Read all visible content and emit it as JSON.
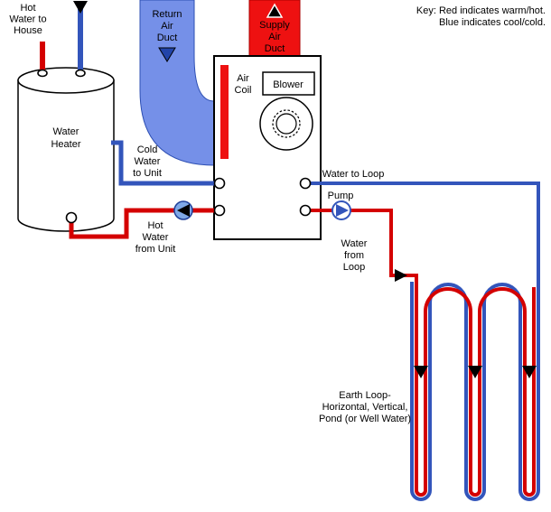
{
  "key": {
    "line1": "Key: Red indicates warm/hot.",
    "line2": "Blue indicates cool/cold."
  },
  "labels": {
    "hot_water_to_house": [
      "Hot",
      "Water to",
      "House"
    ],
    "return_air_duct": [
      "Return",
      "Air",
      "Duct"
    ],
    "supply_air_duct": [
      "Supply",
      "Air",
      "Duct"
    ],
    "water_heater": [
      "Water",
      "Heater"
    ],
    "cold_water_to_unit": [
      "Cold",
      "Water",
      "to Unit"
    ],
    "hot_water_from_unit": [
      "Hot",
      "Water",
      "from Unit"
    ],
    "air_coil": [
      "Air",
      "Coil"
    ],
    "blower": "Blower",
    "water_to_loop": "Water to Loop",
    "pump": "Pump",
    "water_from_loop": [
      "Water",
      "from",
      "Loop"
    ],
    "earth_loop": [
      "Earth Loop-",
      "Horizontal, Vertical,",
      "Pond (or Well Water)"
    ]
  },
  "colors": {
    "hot": "#d40000",
    "cold": "#3355bb",
    "duct_hot": "#ee1111",
    "duct_cold": "#7590e8",
    "arrow_black": "#000000",
    "pump_left_fill": "#7fa8e6"
  }
}
